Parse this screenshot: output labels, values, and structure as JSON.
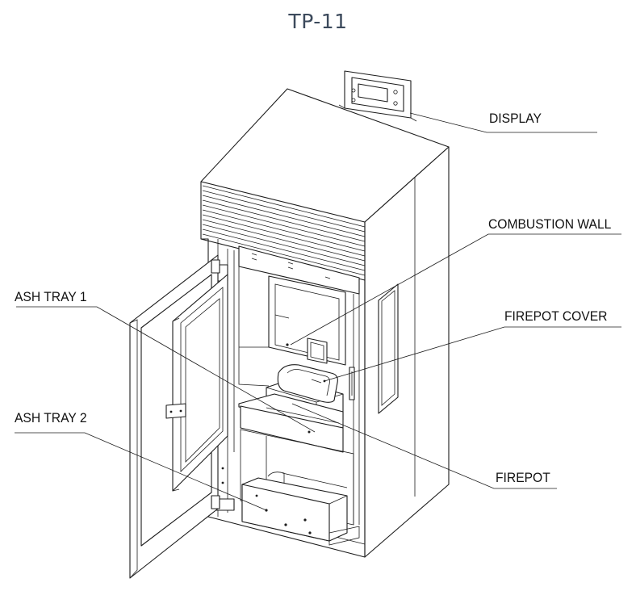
{
  "diagram": {
    "title": "TP-11",
    "labels": {
      "display": "DISPLAY",
      "combustion_wall": "COMBUSTION WALL",
      "ash_tray_1": "ASH TRAY 1",
      "firepot_cover": "FIREPOT COVER",
      "ash_tray_2": "ASH TRAY 2",
      "firepot": "FIREPOT"
    }
  }
}
